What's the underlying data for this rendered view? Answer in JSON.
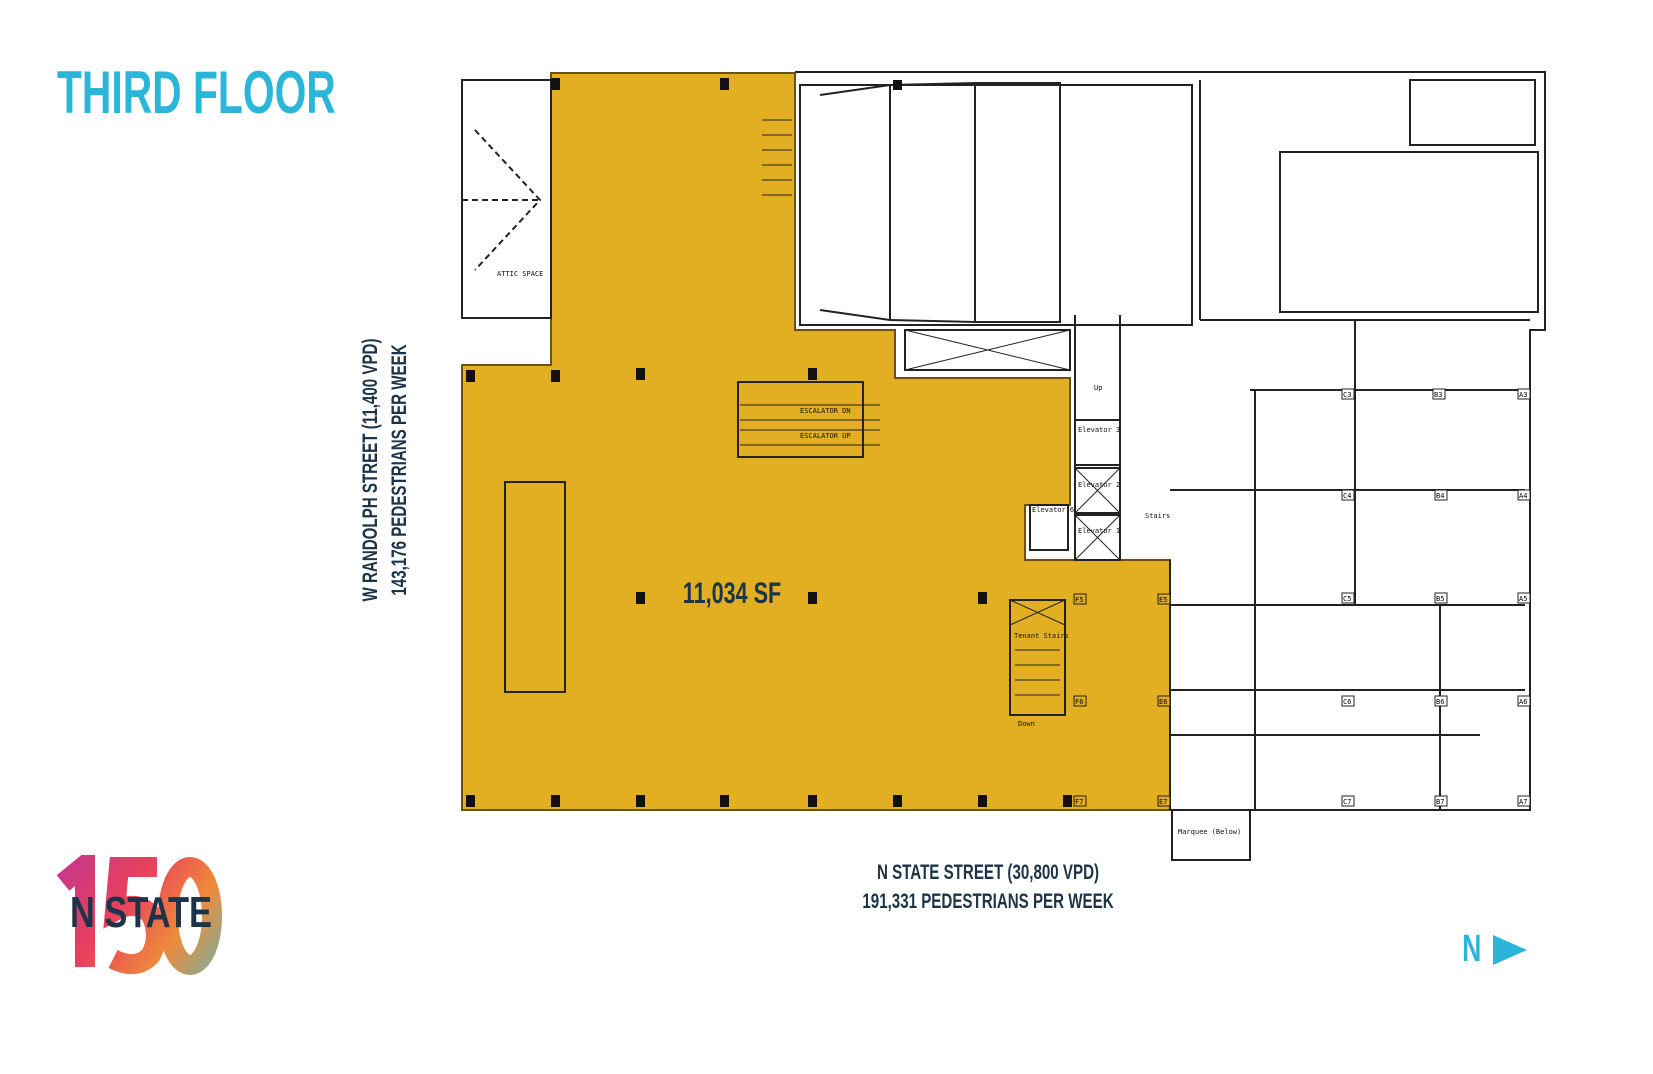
{
  "title": "THIRD FLOOR",
  "logo": {
    "number": "150",
    "name": "N STATE"
  },
  "area": "11,034 SF",
  "streets": {
    "west": {
      "line1": "W RANDOLPH STREET (11,400 VPD)",
      "line2": "143,176 PEDESTRIANS PER WEEK"
    },
    "north": {
      "line1": "N STATE STREET (30,800 VPD)",
      "line2": "191,331 PEDESTRIANS PER WEEK"
    }
  },
  "north_arrow": {
    "label": "N",
    "icon": "triangle-right-icon"
  },
  "plan_labels": {
    "attic": "ATTIC SPACE",
    "esc_dn": "ESCALATOR DN",
    "esc_up": "ESCALATOR UP",
    "elev3": "Elevator 3",
    "elev2": "Elevator 2",
    "elev1": "Elevator 1",
    "elev6": "Elevator 6",
    "tenant_stairs": "Tenant Stairs",
    "stairs": "Stairs",
    "marquee": "Marquee (Below)",
    "up": "Up",
    "down": "Down"
  },
  "columns": [
    "A3",
    "B3",
    "C3",
    "A4",
    "B4",
    "C4",
    "A5",
    "B5",
    "C5",
    "A6",
    "B6",
    "C6",
    "A7",
    "B7",
    "C7",
    "E5",
    "E6",
    "E7",
    "F5",
    "F6",
    "F7"
  ],
  "colors": {
    "leasable": "#e3af22",
    "accent": "#2bb5d9",
    "text": "#1d3348"
  }
}
